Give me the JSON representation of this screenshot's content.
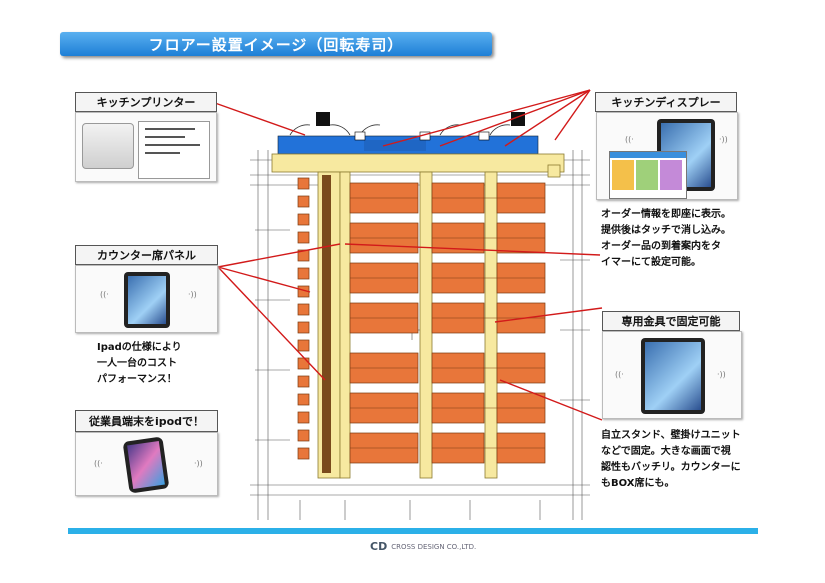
{
  "title": "フロアー設置イメージ（回転寿司）",
  "labels": {
    "kitchen_printer": "キッチンプリンター",
    "kitchen_display": "キッチンディスプレー",
    "counter_panel": "カウンター席パネル",
    "staff_terminal": "従業員端末をipodで！",
    "mount": "専用金具で固定可能"
  },
  "notes": {
    "ipad": [
      "Ipadの仕様により",
      "一人一台のコスト",
      "パフォーマンス！"
    ],
    "display": [
      "オーダー情報を即座に表示。",
      "提供後はタッチで消し込み。",
      "オーダー品の到着案内をタ",
      "イマーにて設定可能。"
    ],
    "stand": [
      "自立スタンド、壁掛けユニット",
      "などで固定。大きな画面で視",
      "認性もバッチリ。カウンターに",
      "もBOX席にも。"
    ]
  },
  "footer": {
    "logo_text": "CROSS DESIGN CO.,LTD."
  },
  "colors": {
    "accent": "#1d7fd6",
    "counter": "#f7e9a0",
    "seat": "#e8763a",
    "footer": "#2bb0e8",
    "pointer": "#d21a1a"
  }
}
